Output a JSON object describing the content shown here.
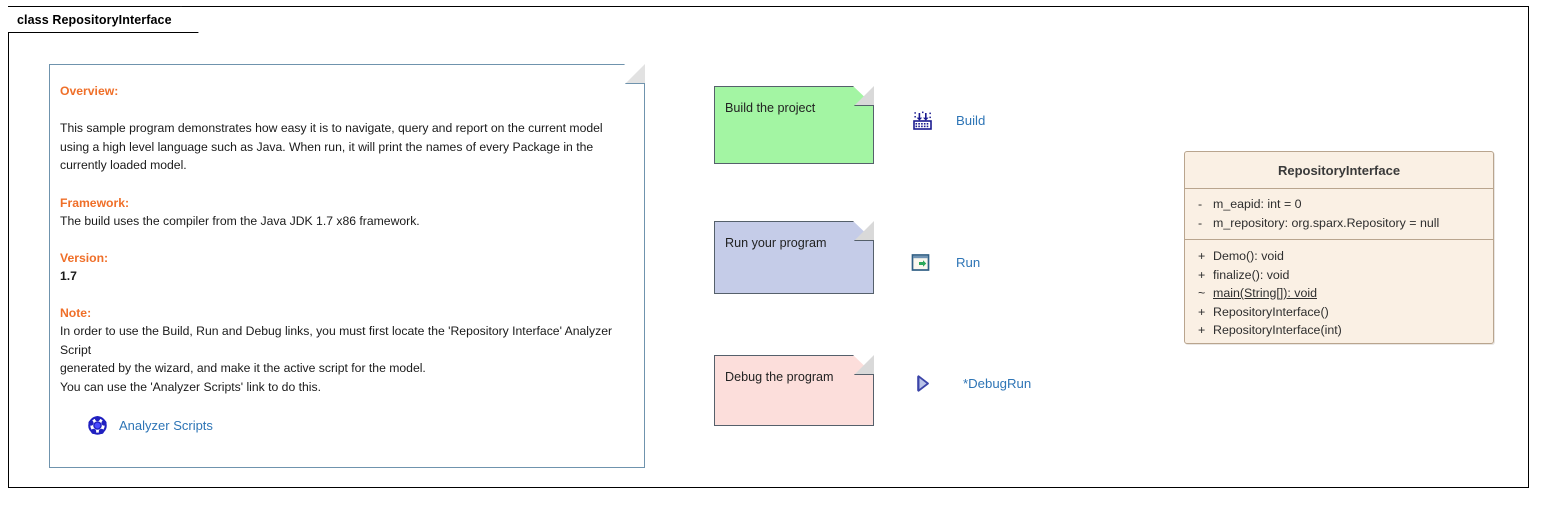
{
  "frame": {
    "tab_label": "class RepositoryInterface"
  },
  "overview_note": {
    "sections": {
      "overview_heading": "Overview:",
      "overview_text": "This sample program demonstrates how easy it is to navigate, query and report on the current model using a high level language such as Java. When run, it will print the names of every Package in the currently loaded model.",
      "framework_heading": "Framework:",
      "framework_text": "The build uses the compiler from the Java JDK 1.7 x86 framework.",
      "version_heading": "Version:",
      "version_value": "1.7",
      "note_heading": "Note:",
      "note_text_line1": "In order to use the Build, Run and Debug links, you must first locate the 'Repository Interface' Analyzer Script",
      "note_text_line2": "generated by the wizard, and make it the active script for the model.",
      "note_text_line3": "You can use the 'Analyzer Scripts' link to do this."
    },
    "analyzer_link": {
      "label": "Analyzer Scripts",
      "icon": "analyzer-scripts-icon"
    }
  },
  "sticky_notes": [
    {
      "id": "build",
      "label": "Build the project",
      "fill": "#a3f5a3"
    },
    {
      "id": "run",
      "label": "Run your program",
      "fill": "#c5cce8"
    },
    {
      "id": "debug",
      "label": "Debug the program",
      "fill": "#fcdedb"
    }
  ],
  "action_links": [
    {
      "id": "build",
      "label": "Build",
      "icon": "build-icon"
    },
    {
      "id": "run",
      "label": "Run",
      "icon": "run-icon"
    },
    {
      "id": "debug",
      "label": "*DebugRun",
      "icon": "play-triangle-icon"
    }
  ],
  "uml_class": {
    "name": "RepositoryInterface",
    "attributes": [
      {
        "visibility": "-",
        "signature": "m_eapid: int = 0",
        "static": false
      },
      {
        "visibility": "-",
        "signature": "m_repository: org.sparx.Repository = null",
        "static": false
      }
    ],
    "operations": [
      {
        "visibility": "+",
        "signature": "Demo(): void",
        "static": false
      },
      {
        "visibility": "+",
        "signature": "finalize(): void",
        "static": false
      },
      {
        "visibility": "~",
        "signature": "main(String[]): void",
        "static": true
      },
      {
        "visibility": "+",
        "signature": "RepositoryInterface()",
        "static": false
      },
      {
        "visibility": "+",
        "signature": "RepositoryInterface(int)",
        "static": false
      }
    ]
  },
  "colors": {
    "heading_orange": "#ef6f29",
    "link_blue": "#2e75b6",
    "note_border": "#6f93ad",
    "class_fill": "#faf0e4",
    "class_border": "#b9a58e"
  }
}
